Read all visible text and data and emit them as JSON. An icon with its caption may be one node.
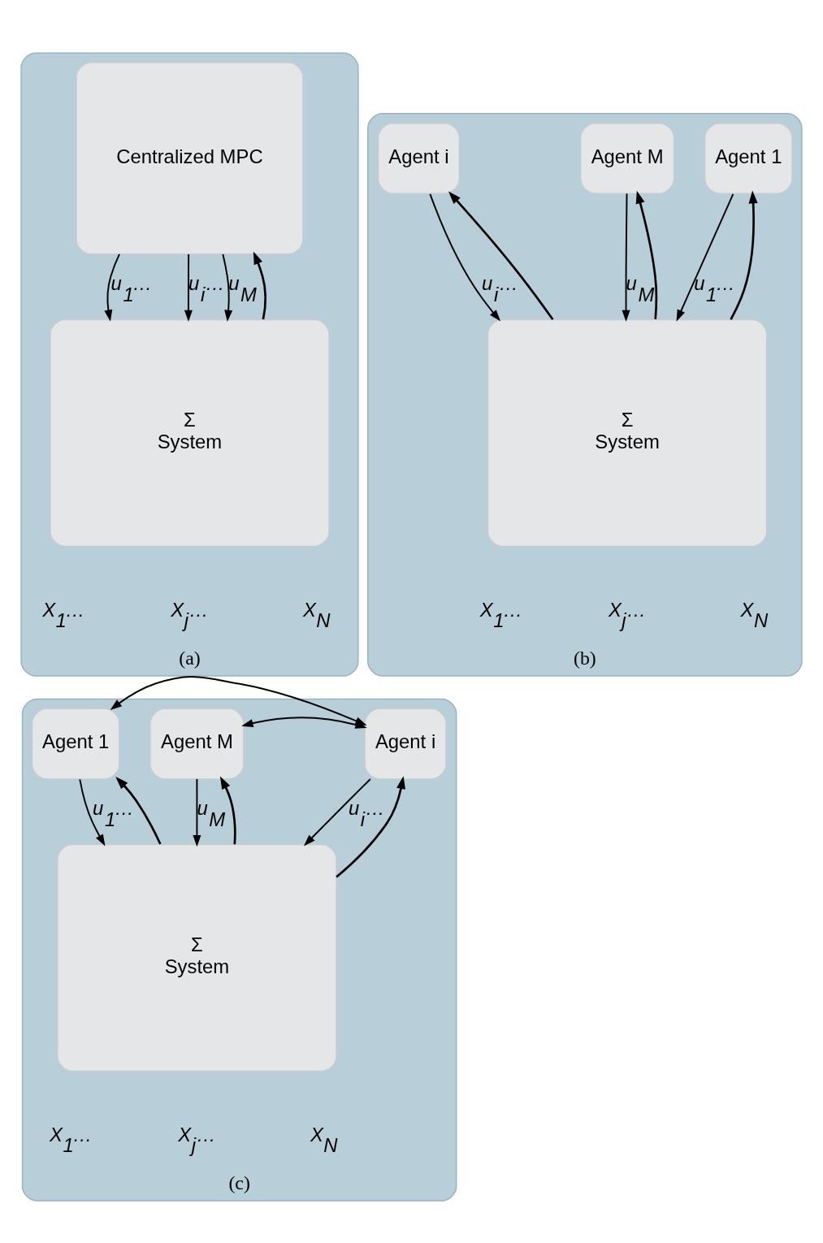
{
  "diagram": {
    "nodes": [
      {
        "text": [
          "(a)"
        ]
      },
      {
        "text": [
          "Centralized MPC"
        ],
        "in": 0
      },
      {
        "text": [
          "Σ",
          "System"
        ],
        "in": 0
      },
      {
        "text": [
          "(b)"
        ]
      },
      {
        "text": [
          "Agent 1"
        ],
        "in": 3
      },
      {
        "text": [
          "Agent i"
        ],
        "in": 3
      },
      {
        "text": [
          "Agent M"
        ],
        "in": 3
      },
      {
        "text": [
          "Σ",
          "System"
        ],
        "in": 3
      },
      {
        "text": [
          "(c)"
        ]
      },
      {
        "text": [
          "Agent 1"
        ],
        "in": 8
      },
      {
        "text": [
          "Agent i"
        ],
        "in": 8
      },
      {
        "text": [
          "Agent M"
        ],
        "in": 8
      },
      {
        "text": [
          "Σ",
          "System"
        ],
        "in": 8
      }
    ],
    "edges": [
      {
        "from": 1,
        "to": 2,
        "arrow": "to",
        "label": "u$_{1}$…"
      },
      {
        "from": 1,
        "to": 2,
        "arrow": "to",
        "label": "u$_{i}$…"
      },
      {
        "from": 1,
        "to": 2,
        "arrow": "to",
        "label": "u$_{M}$"
      },
      {
        "from": 2,
        "to": 1,
        "arrow": "to"
      },
      {
        "from": 4,
        "to": 7,
        "arrow": "to",
        "label": "u$_{1}$…"
      },
      {
        "from": 5,
        "to": 7,
        "arrow": "to",
        "label": "u$_{i}$…"
      },
      {
        "from": 6,
        "to": 7,
        "arrow": "to",
        "label": "u$_{M}$"
      },
      {
        "from": 7,
        "to": 4,
        "arrow": "to"
      },
      {
        "from": 7,
        "to": 5,
        "arrow": "to"
      },
      {
        "from": 7,
        "to": 6,
        "arrow": "to"
      },
      {
        "from": 9,
        "to": 12,
        "arrow": "to",
        "label": "u$_{1}$…"
      },
      {
        "from": 10,
        "to": 12,
        "arrow": "to",
        "label": "u$_{i}$…"
      },
      {
        "from": 11,
        "to": 12,
        "arrow": "to",
        "label": "u$_{M}$"
      },
      {
        "from": 12,
        "to": 9,
        "arrow": "to"
      },
      {
        "from": 12,
        "to": 10,
        "arrow": "to"
      },
      {
        "from": 12,
        "to": 11,
        "arrow": "to"
      },
      {
        "from": 9,
        "to": 10,
        "arrow": "both"
      },
      {
        "from": 10,
        "to": 11,
        "arrow": "both"
      }
    ],
    "labels": [
      "X$_{1}$…",
      "X$_{j}$…",
      "X$_{N}$",
      "X$_{1}$…",
      "X$_{j}$…",
      "X$_{N}$",
      "X$_{1}$…",
      "X$_{j}$…",
      "X$_{N}$"
    ]
  }
}
